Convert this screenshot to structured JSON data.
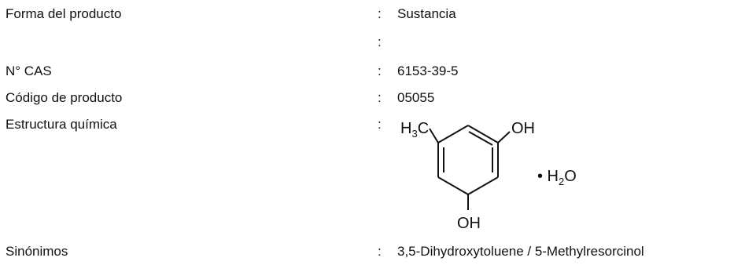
{
  "rows": [
    {
      "label": "Forma del producto",
      "sep": ":",
      "value": "Sustancia"
    },
    {
      "label": "",
      "sep": ":",
      "value": ""
    },
    {
      "label": "N° CAS",
      "sep": ":",
      "value": "6153-39-5"
    },
    {
      "label": "Código de producto",
      "sep": ":",
      "value": "05055"
    },
    {
      "label": "Estructura química",
      "sep": ":",
      "value": ""
    },
    {
      "label": "Sinónimos",
      "sep": ":",
      "value": "3,5-Dihydroxytoluene / 5-Methylresorcinol"
    }
  ],
  "structure": {
    "methyl_main": "H",
    "methyl_sub": "3",
    "methyl_tail": "C",
    "oh_top": "OH",
    "oh_bottom": "OH",
    "hydrate_prefix": "• H",
    "hydrate_sub": "2",
    "hydrate_tail": "O"
  }
}
